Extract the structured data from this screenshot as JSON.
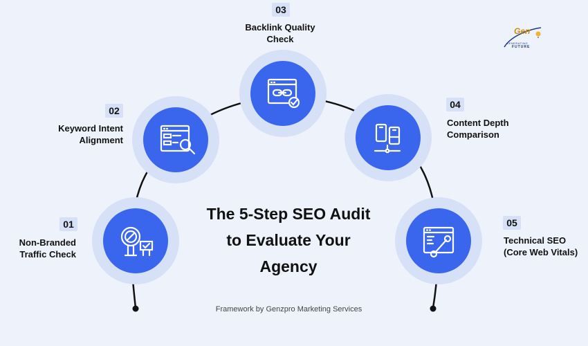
{
  "title": {
    "lines": [
      "The 5-Step SEO Audit",
      "to Evaluate Your",
      "Agency"
    ]
  },
  "footer": "Framework by Genzpro Marketing Services",
  "logo": {
    "text": "Gen",
    "tagline_small": "GENERATING",
    "tagline": "FUTURE"
  },
  "colors": {
    "background": "#eef2fa",
    "node_core": "#3a66ee",
    "node_halo": "#d6e0f7",
    "connector": "#111111",
    "logo_accent": "#d08a12",
    "logo_navy": "#1a3a7a"
  },
  "steps": [
    {
      "number": "01",
      "label_lines": [
        "Non-Branded",
        "Traffic Check"
      ],
      "icon": "magnifier-block-sign-icon"
    },
    {
      "number": "02",
      "label_lines": [
        "Keyword Intent",
        "Alignment"
      ],
      "icon": "browser-search-icon"
    },
    {
      "number": "03",
      "label_lines": [
        "Backlink Quality",
        "Check"
      ],
      "icon": "link-check-icon"
    },
    {
      "number": "04",
      "label_lines": [
        "Content Depth",
        "Comparison"
      ],
      "icon": "compare-devices-icon"
    },
    {
      "number": "05",
      "label_lines": [
        "Technical SEO",
        "(Core Web Vitals)"
      ],
      "icon": "code-wrench-icon"
    }
  ]
}
